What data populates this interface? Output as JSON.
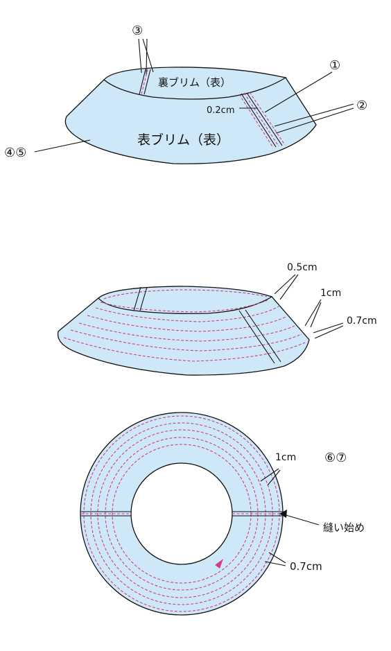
{
  "diagram1": {
    "label_3": "③",
    "label_1": "①",
    "label_2": "②",
    "label_45": "④⑤",
    "under_brim_text": "裏ブリム（表）",
    "top_brim_text": "表ブリム（表）",
    "seam_allowance": "0.2cm"
  },
  "diagram2": {
    "label_05": "0.5cm",
    "label_1cm": "1cm",
    "label_07": "0.7cm"
  },
  "diagram3": {
    "label_67": "⑥⑦",
    "label_1cm": "1cm",
    "label_start": "縫い始め",
    "label_07": "0.7cm"
  },
  "colors": {
    "fabric": "#cfe8f8",
    "stitch": "#d23c8c",
    "outline": "#111111"
  }
}
